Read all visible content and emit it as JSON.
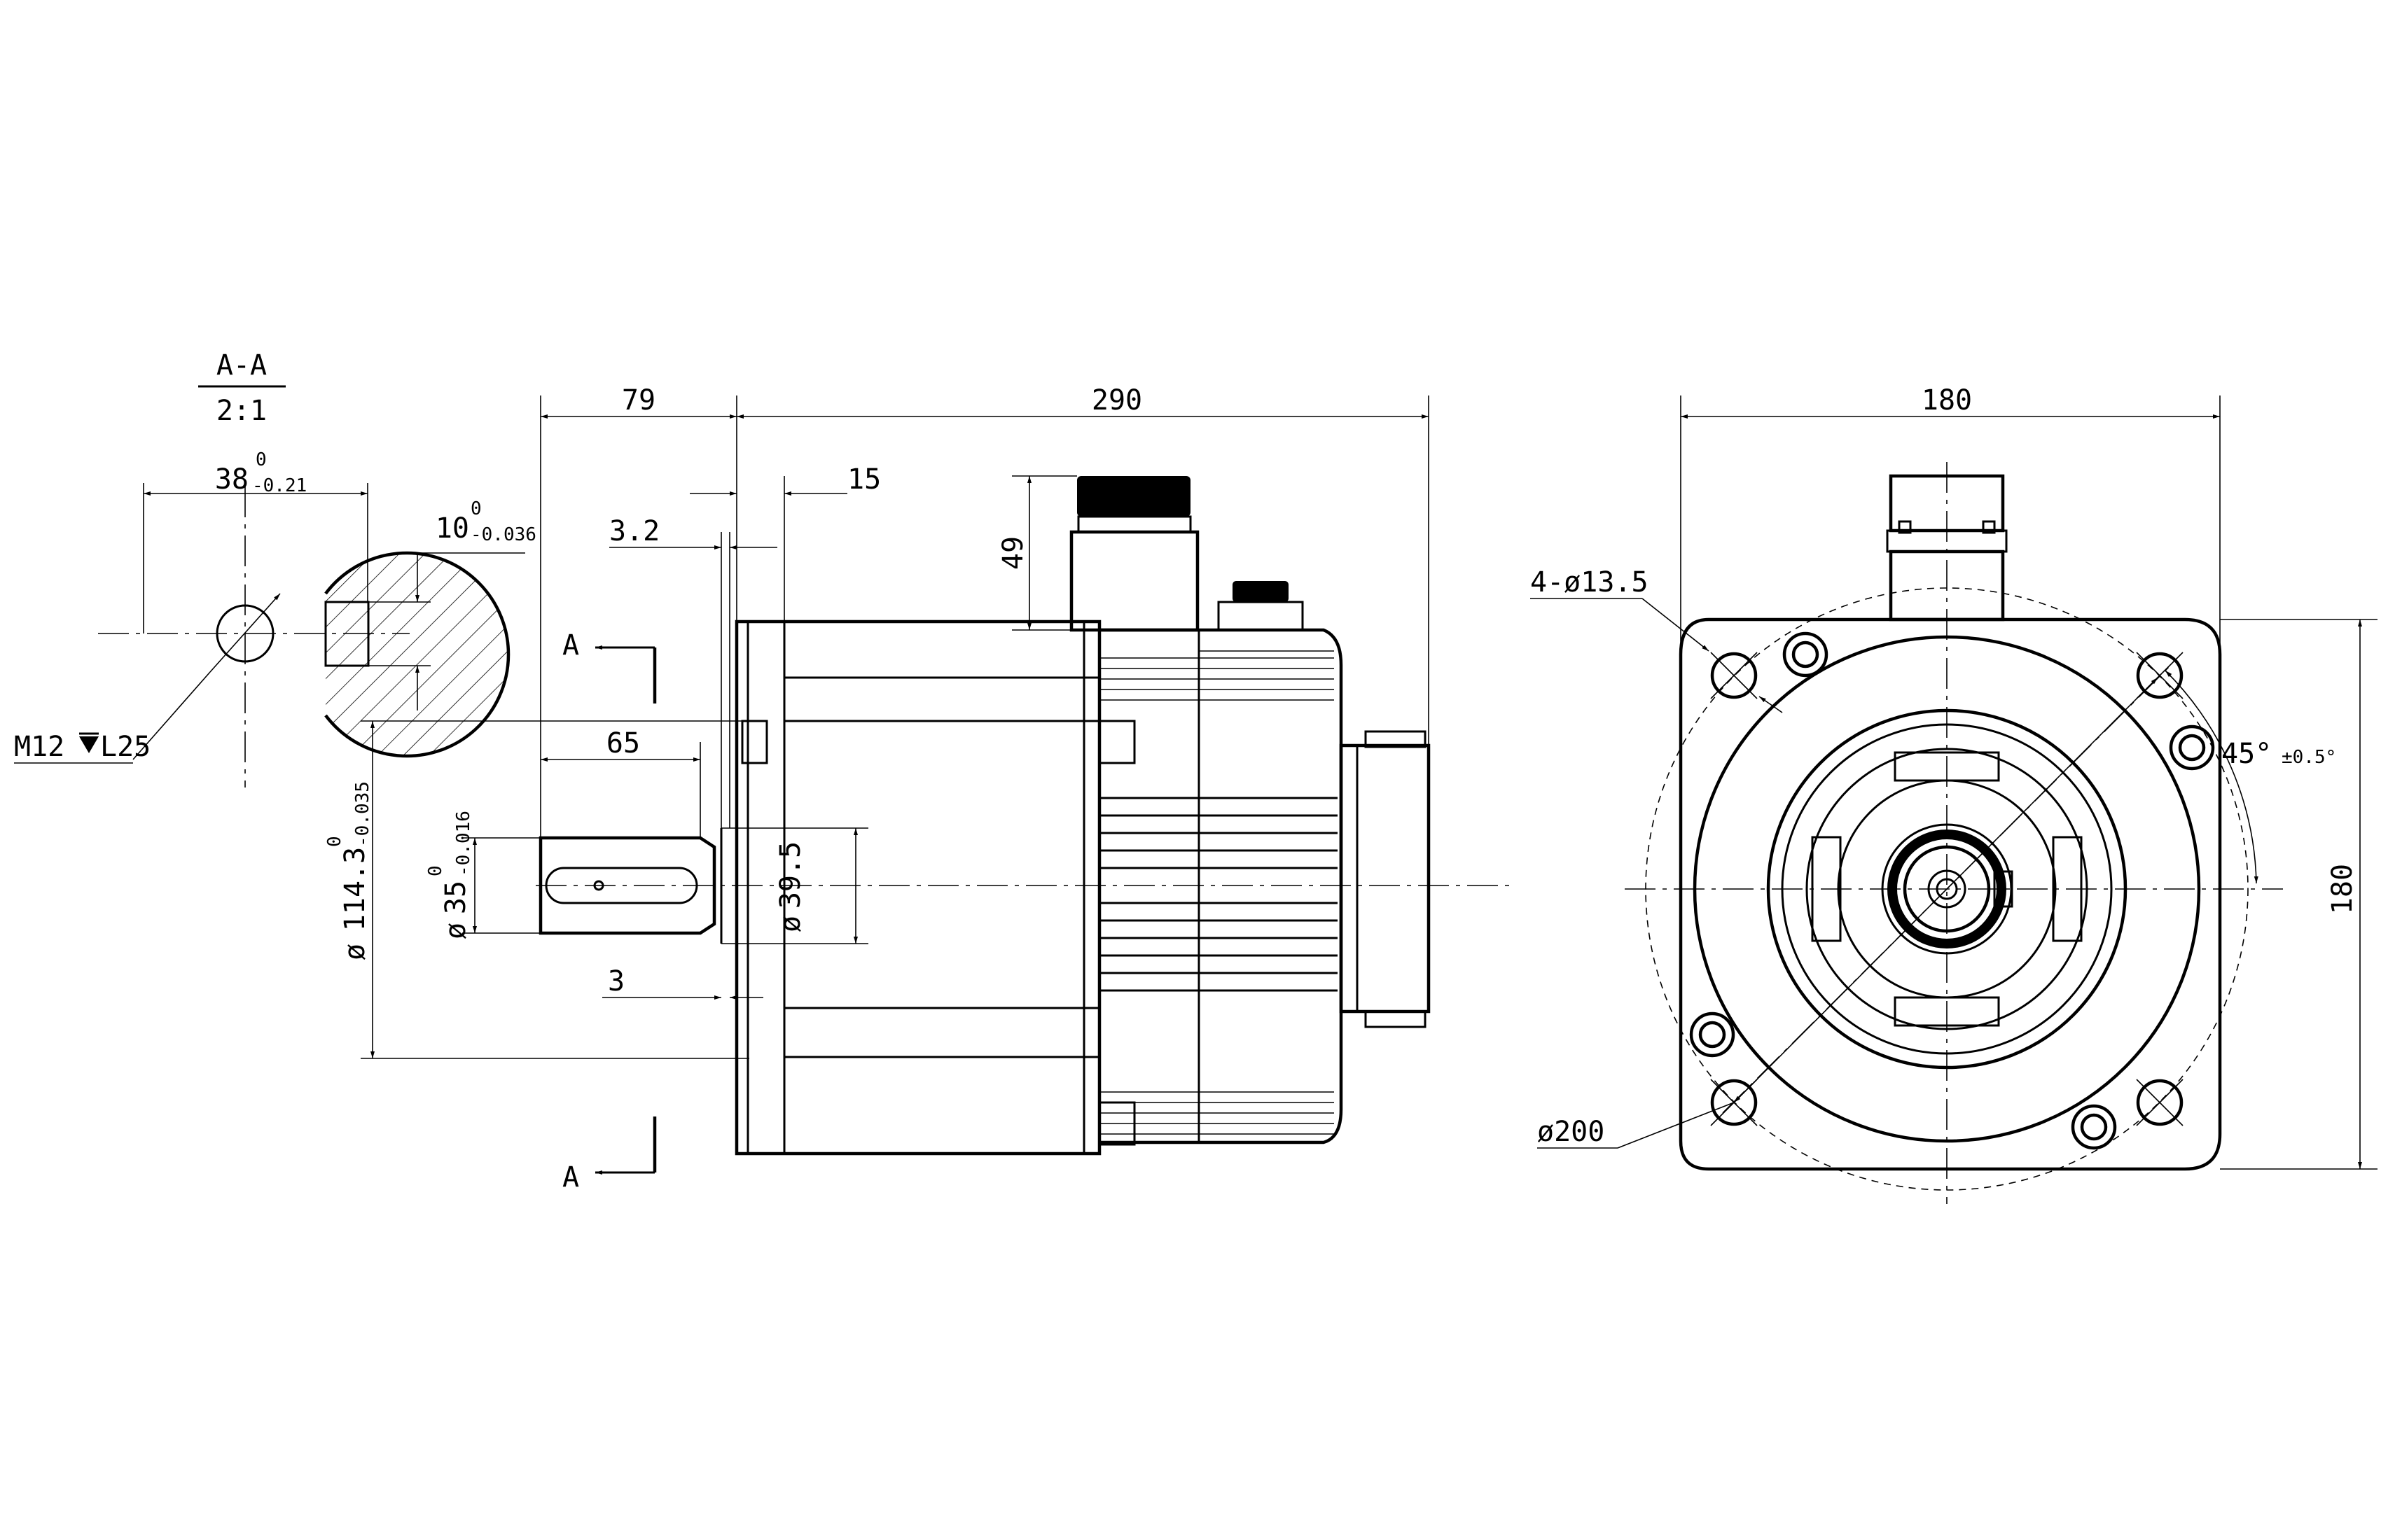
{
  "section": {
    "title": "A-A",
    "scale": "2:1",
    "width_nominal": "38",
    "width_upper": "0",
    "width_lower": "-0.21",
    "key_nominal": "10",
    "key_upper": "0",
    "key_lower": "-0.036",
    "thread": "M12",
    "thread_depth": "L25"
  },
  "side_view": {
    "shaft_length": "79",
    "body_length": "290",
    "shoulder": "15",
    "step": "3.2",
    "connector_height": "49",
    "key_length": "65",
    "gap": "3",
    "pilot_nominal": "114.3",
    "pilot_upper": "0",
    "pilot_lower": "-0.035",
    "shaft_nominal": "35",
    "shaft_upper": "0",
    "shaft_lower": "-0.016",
    "boss": "39.5",
    "section_mark": "A",
    "diameter_symbol": "ø"
  },
  "front_view": {
    "flange_width": "180",
    "flange_height": "180",
    "holes": "4-ø13.5",
    "pcd": "ø200",
    "angle": "45°",
    "angle_tol": "±0.5°"
  }
}
